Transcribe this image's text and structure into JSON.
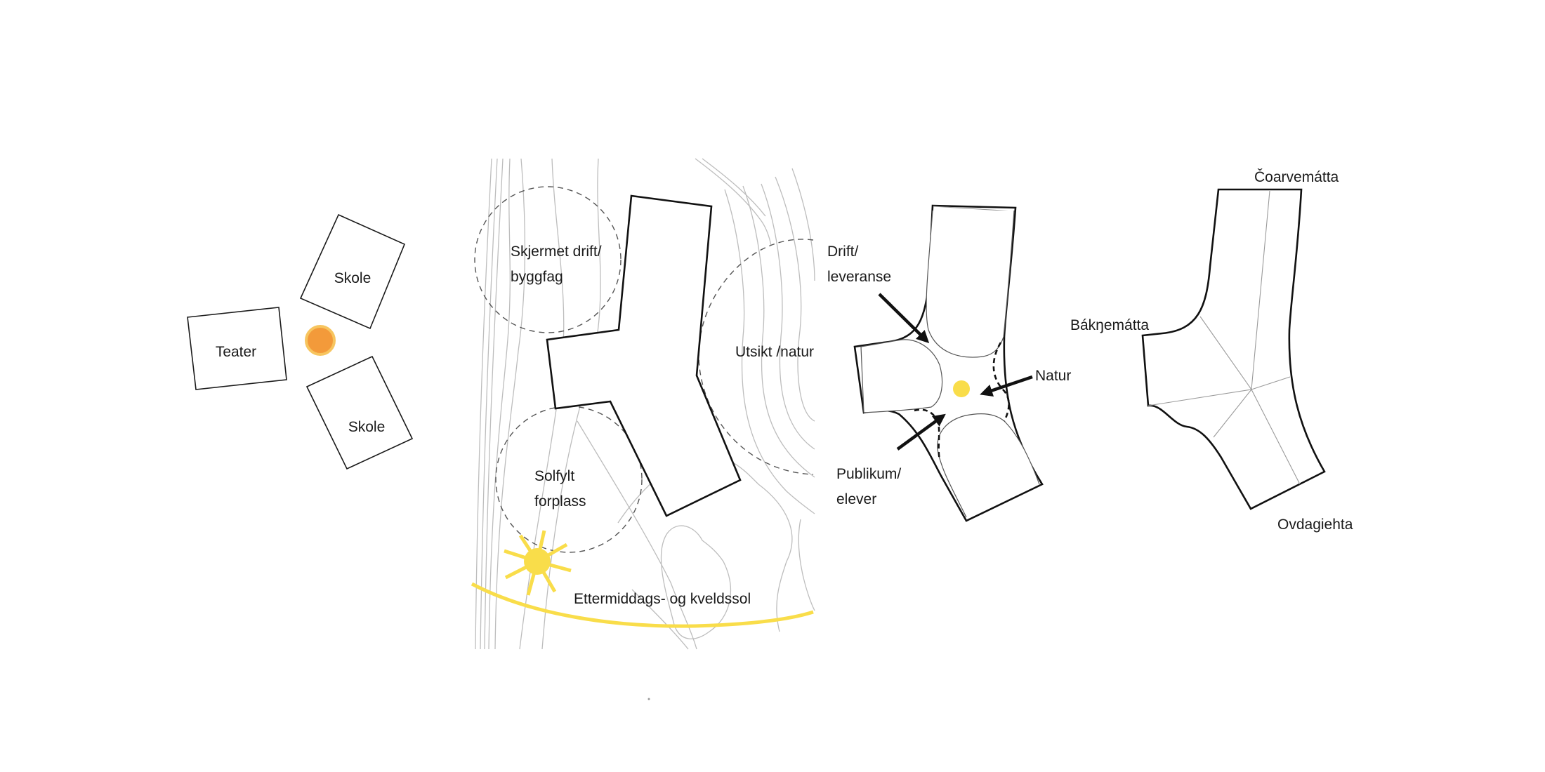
{
  "colors": {
    "node_orange": "#f39a3a",
    "node_orange_ring": "#f7c55f",
    "sun_yellow": "#f9dd4a",
    "ink": "#111111",
    "contour_gray": "#bdbdbd"
  },
  "panel1": {
    "boxes": [
      "Skole",
      "Teater",
      "Skole"
    ]
  },
  "panel2": {
    "zones": {
      "top_left_line1": "Skjermet drift/",
      "top_left_line2": "byggfag",
      "right": "Utsikt /natur",
      "bottom_left_line1": "Solfylt",
      "bottom_left_line2": "forplass"
    },
    "sun_arc_label": "Ettermiddags- og kveldssol",
    "icons": [
      "sun-icon"
    ]
  },
  "panel3": {
    "arrows": {
      "top_line1": "Drift/",
      "top_line2": "leveranse",
      "right": "Natur",
      "bottom_line1": "Publikum/",
      "bottom_line2": "elever"
    }
  },
  "panel4": {
    "labels": {
      "top": "Čoarvemátta",
      "left": "Bákŋemátta",
      "bottom": "Ovdagiehta"
    }
  }
}
